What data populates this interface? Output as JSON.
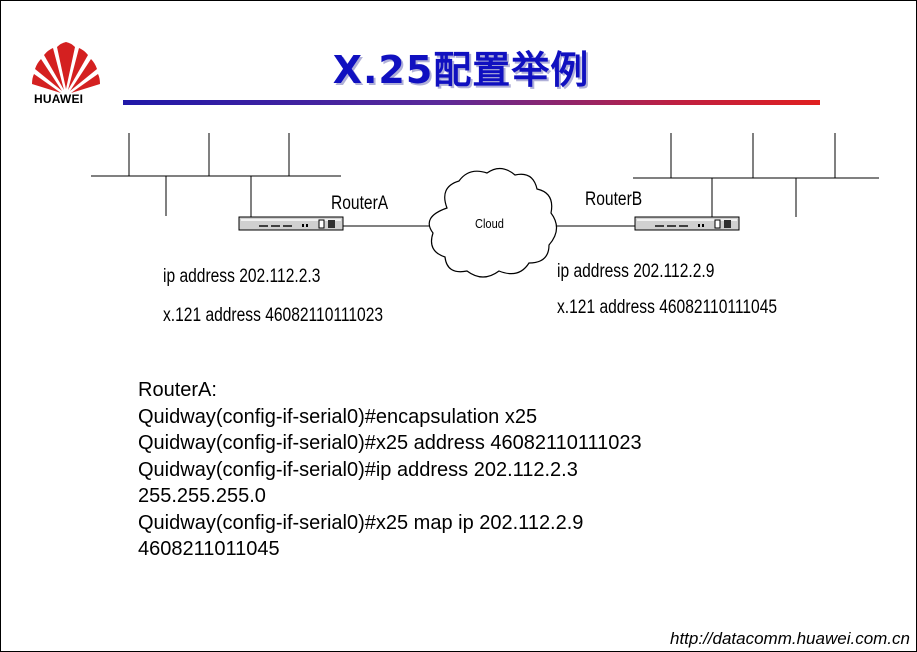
{
  "header": {
    "logo_text": "HUAWEI",
    "title": "X.25配置举例",
    "colors": {
      "title": "#1010c0",
      "logo": "#d42020",
      "bar_start": "#2018a8",
      "bar_end": "#e02020"
    }
  },
  "diagram": {
    "router_a": {
      "label": "RouterA",
      "ip_line": "ip address 202.112.2.3",
      "x121_line": "x.121 address 46082110111023"
    },
    "router_b": {
      "label": "RouterB",
      "ip_line": "ip address 202.112.2.9",
      "x121_line": "x.121 address 46082110111045"
    },
    "cloud_label": "Cloud",
    "icons": [
      "huawei-logo-icon",
      "router-icon",
      "cloud-icon"
    ]
  },
  "config": {
    "heading": "RouterA:",
    "lines": [
      "Quidway(config-if-serial0)#encapsulation x25",
      "Quidway(config-if-serial0)#x25 address 46082110111023",
      "Quidway(config-if-serial0)#ip address 202.112.2.3",
      "255.255.255.0",
      "Quidway(config-if-serial0)#x25 map ip 202.112.2.9",
      "4608211011045"
    ]
  },
  "footer": {
    "url": "http://datacomm.huawei.com.cn"
  }
}
